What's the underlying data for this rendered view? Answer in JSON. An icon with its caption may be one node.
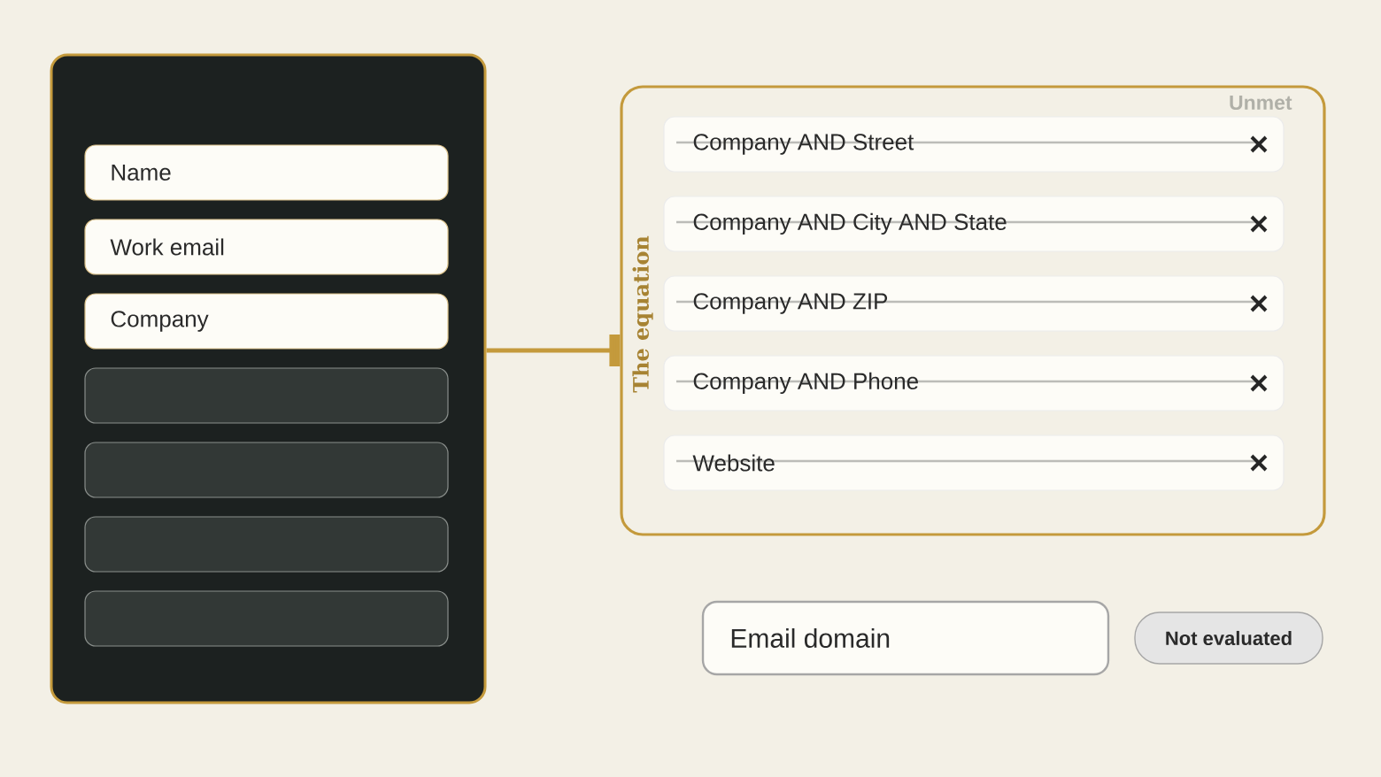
{
  "diagram": {
    "nodes": [
      {
        "text": [],
        "shape": "box"
      },
      {
        "text": [
          "Name"
        ],
        "in": 0
      },
      {
        "text": [
          "Work email"
        ],
        "in": 0
      },
      {
        "text": [
          "Company"
        ],
        "in": 0
      },
      {
        "text": [],
        "shape": "box",
        "in": 0
      },
      {
        "text": [],
        "shape": "box",
        "in": 0
      },
      {
        "text": [],
        "shape": "box",
        "in": 0
      },
      {
        "text": [],
        "shape": "box",
        "in": 0
      },
      {
        "text": [
          "The equation",
          "Unmet"
        ]
      },
      {
        "text": [
          "Company AND Street"
        ],
        "in": 8
      },
      {
        "text": [
          "Company AND City AND State"
        ],
        "in": 8
      },
      {
        "text": [
          "Company AND ZIP"
        ],
        "in": 8
      },
      {
        "text": [
          "Company AND Phone"
        ],
        "in": 8
      },
      {
        "text": [
          "Website"
        ],
        "in": 8
      },
      {
        "text": [
          "Email domain"
        ]
      },
      {
        "text": [
          "Not evaluated"
        ]
      }
    ],
    "edges": [
      {
        "from": 0,
        "to": 8,
        "arrow": "other"
      }
    ]
  }
}
